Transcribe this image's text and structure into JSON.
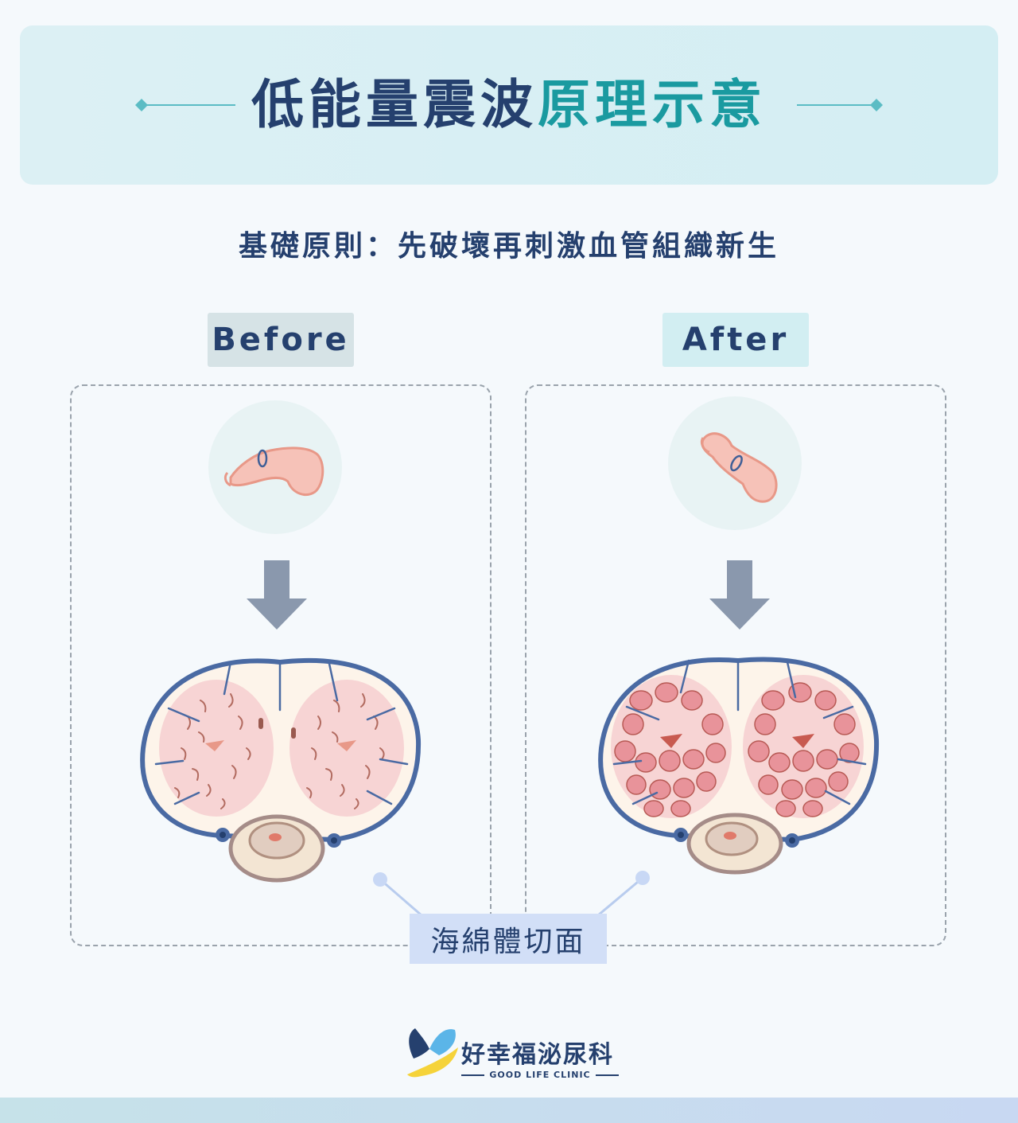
{
  "header": {
    "title_part1": "低能量震波",
    "title_part2": "原理示意",
    "accent_navy": "#25406e",
    "accent_teal": "#1a9aa0"
  },
  "subtitle": "基礎原則：先破壞再刺激血管組織新生",
  "panels": {
    "before": {
      "label": "Before"
    },
    "after": {
      "label": "After"
    }
  },
  "caption": "海綿體切面",
  "logo": {
    "name": "好幸福泌尿科",
    "english": "GOOD LIFE CLINIC"
  }
}
